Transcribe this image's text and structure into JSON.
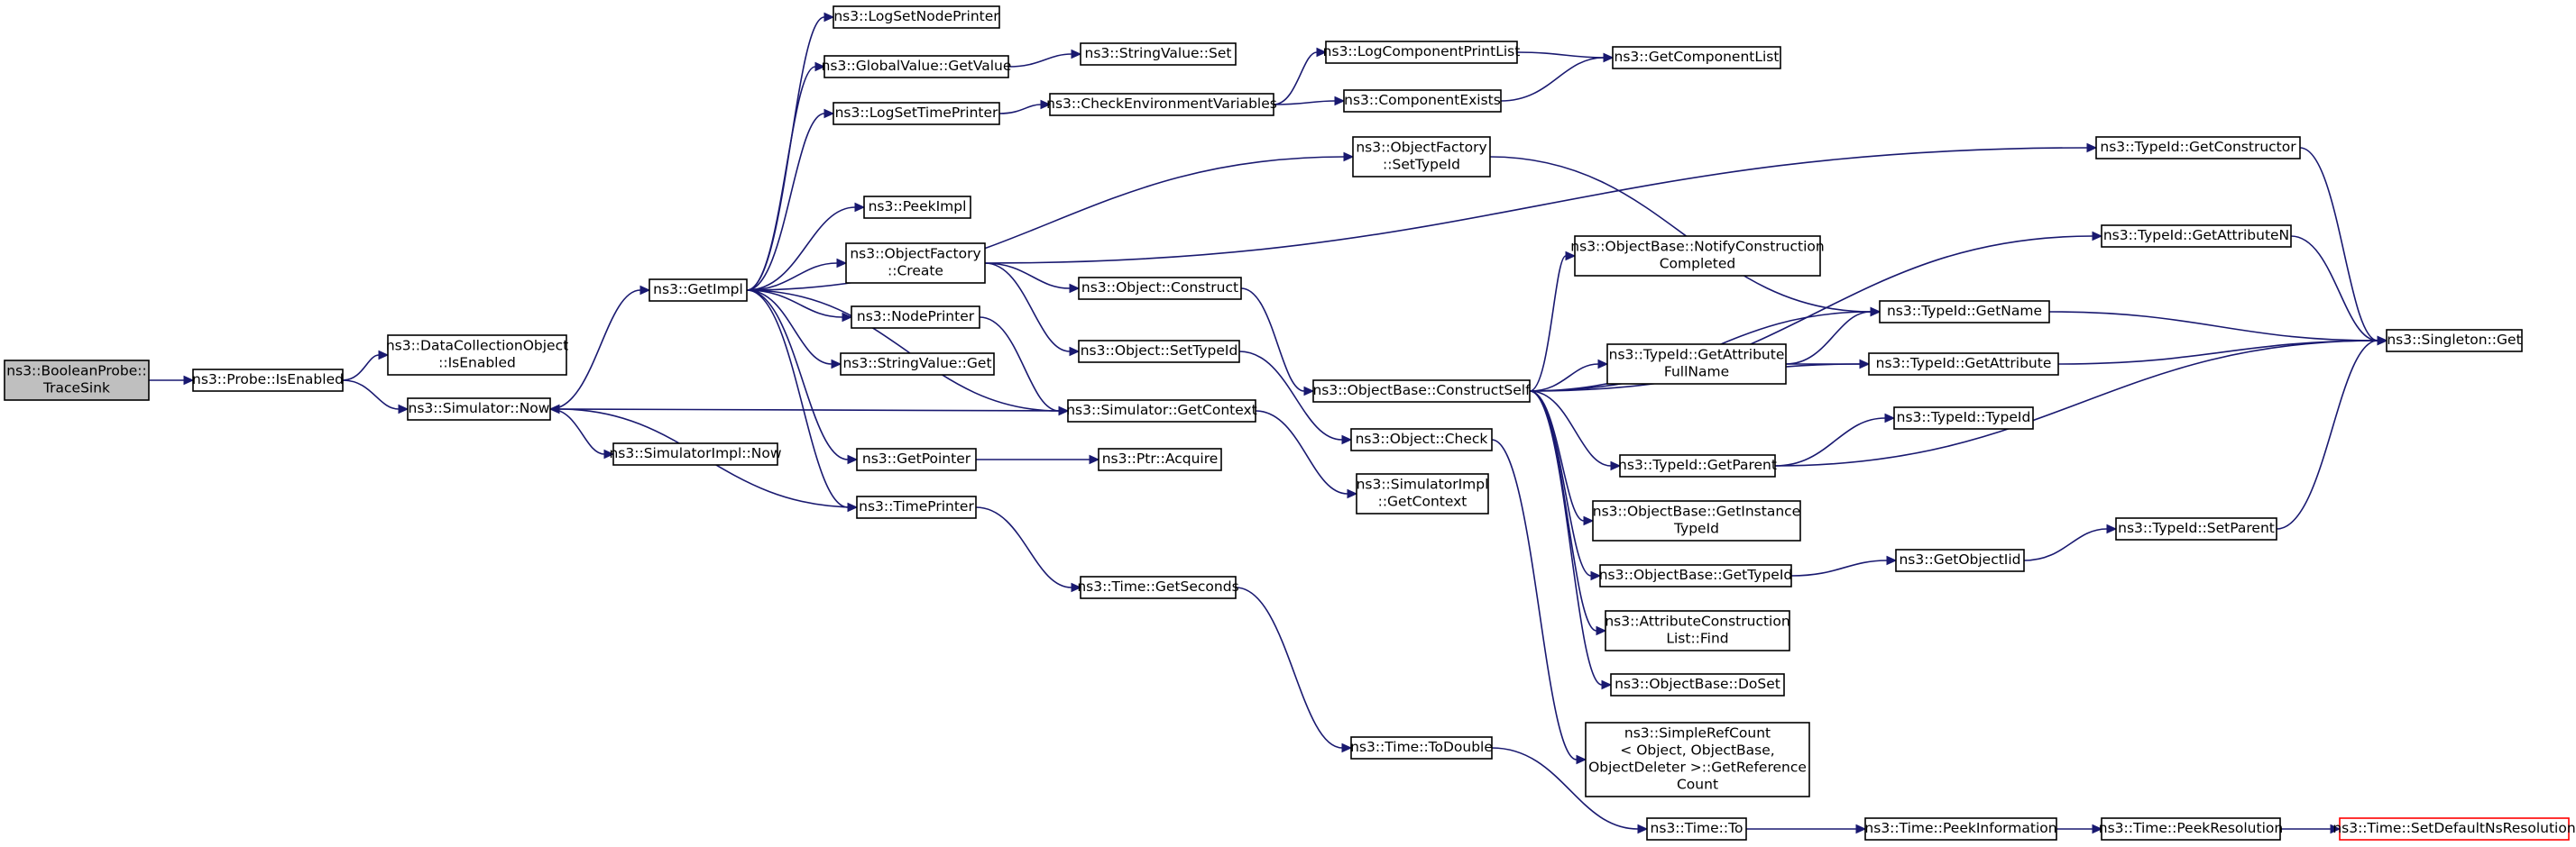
{
  "colors": {
    "edge": "#191970",
    "node_border": "#000000",
    "root_fill": "#bfbfbf",
    "truncated_border": "#ff0000"
  },
  "nodes": [
    {
      "id": "boolprobe",
      "lines": [
        "ns3::BooleanProbe::",
        "TraceSink"
      ],
      "root": true
    },
    {
      "id": "probe",
      "lines": [
        "ns3::Probe::IsEnabled"
      ]
    },
    {
      "id": "dco",
      "lines": [
        "ns3::DataCollectionObject",
        "::IsEnabled"
      ]
    },
    {
      "id": "simnow",
      "lines": [
        "ns3::Simulator::Now"
      ]
    },
    {
      "id": "simimplnow",
      "lines": [
        "ns3::SimulatorImpl::Now"
      ]
    },
    {
      "id": "getimpl",
      "lines": [
        "ns3::GetImpl"
      ]
    },
    {
      "id": "logsetnode",
      "lines": [
        "ns3::LogSetNodePrinter"
      ]
    },
    {
      "id": "gvget",
      "lines": [
        "ns3::GlobalValue::GetValue"
      ]
    },
    {
      "id": "logsettime",
      "lines": [
        "ns3::LogSetTimePrinter"
      ]
    },
    {
      "id": "peekimpl",
      "lines": [
        "ns3::PeekImpl"
      ]
    },
    {
      "id": "ofcreate",
      "lines": [
        "ns3::ObjectFactory",
        "::Create"
      ]
    },
    {
      "id": "nodeprinter",
      "lines": [
        "ns3::NodePrinter"
      ]
    },
    {
      "id": "svget",
      "lines": [
        "ns3::StringValue::Get"
      ]
    },
    {
      "id": "getpointer",
      "lines": [
        "ns3::GetPointer"
      ]
    },
    {
      "id": "timeprinter",
      "lines": [
        "ns3::TimePrinter"
      ]
    },
    {
      "id": "svset",
      "lines": [
        "ns3::StringValue::Set"
      ]
    },
    {
      "id": "checkenv",
      "lines": [
        "ns3::CheckEnvironmentVariables"
      ]
    },
    {
      "id": "objconstruct",
      "lines": [
        "ns3::Object::Construct"
      ]
    },
    {
      "id": "objsettid",
      "lines": [
        "ns3::Object::SetTypeId"
      ]
    },
    {
      "id": "simgetctx",
      "lines": [
        "ns3::Simulator::GetContext"
      ]
    },
    {
      "id": "ptracquire",
      "lines": [
        "ns3::Ptr::Acquire"
      ]
    },
    {
      "id": "timegetsec",
      "lines": [
        "ns3::Time::GetSeconds"
      ]
    },
    {
      "id": "logcompprint",
      "lines": [
        "ns3::LogComponentPrintList"
      ]
    },
    {
      "id": "compexists",
      "lines": [
        "ns3::ComponentExists"
      ]
    },
    {
      "id": "ofsettid",
      "lines": [
        "ns3::ObjectFactory",
        "::SetTypeId"
      ]
    },
    {
      "id": "getcomplist",
      "lines": [
        "ns3::GetComponentList"
      ]
    },
    {
      "id": "obconstructself",
      "lines": [
        "ns3::ObjectBase::ConstructSelf"
      ]
    },
    {
      "id": "objcheck",
      "lines": [
        "ns3::Object::Check"
      ]
    },
    {
      "id": "simimplgetctx",
      "lines": [
        "ns3::SimulatorImpl",
        "::GetContext"
      ]
    },
    {
      "id": "timetodouble",
      "lines": [
        "ns3::Time::ToDouble"
      ]
    },
    {
      "id": "timeto",
      "lines": [
        "ns3::Time::To"
      ]
    },
    {
      "id": "obnotify",
      "lines": [
        "ns3::ObjectBase::NotifyConstruction",
        "Completed"
      ]
    },
    {
      "id": "tidgetattrfull",
      "lines": [
        "ns3::TypeId::GetAttribute",
        "FullName"
      ]
    },
    {
      "id": "tidgetparent",
      "lines": [
        "ns3::TypeId::GetParent"
      ]
    },
    {
      "id": "obgetinst",
      "lines": [
        "ns3::ObjectBase::GetInstance",
        "TypeId"
      ]
    },
    {
      "id": "obgettid",
      "lines": [
        "ns3::ObjectBase::GetTypeId"
      ]
    },
    {
      "id": "attrfind",
      "lines": [
        "ns3::AttributeConstruction",
        "List::Find"
      ]
    },
    {
      "id": "obdoset",
      "lines": [
        "ns3::ObjectBase::DoSet"
      ]
    },
    {
      "id": "srcget",
      "lines": [
        "ns3::SimpleRefCount",
        "< Object, ObjectBase,",
        " ObjectDeleter >::GetReference",
        "Count"
      ]
    },
    {
      "id": "timepeekinfo",
      "lines": [
        "ns3::Time::PeekInformation"
      ]
    },
    {
      "id": "tidgetname",
      "lines": [
        "ns3::TypeId::GetName"
      ]
    },
    {
      "id": "tidgetattr",
      "lines": [
        "ns3::TypeId::GetAttribute"
      ]
    },
    {
      "id": "tidtid",
      "lines": [
        "ns3::TypeId::TypeId"
      ]
    },
    {
      "id": "getobjectiid",
      "lines": [
        "ns3::GetObjectIid"
      ]
    },
    {
      "id": "timepeekres",
      "lines": [
        "ns3::Time::PeekResolution"
      ]
    },
    {
      "id": "tidgetctor",
      "lines": [
        "ns3::TypeId::GetConstructor"
      ]
    },
    {
      "id": "tidgetattrn",
      "lines": [
        "ns3::TypeId::GetAttributeN"
      ]
    },
    {
      "id": "tidsetparent",
      "lines": [
        "ns3::TypeId::SetParent"
      ]
    },
    {
      "id": "singletonget",
      "lines": [
        "ns3::Singleton::Get"
      ]
    },
    {
      "id": "timesetdefault",
      "lines": [
        "ns3::Time::SetDefaultNsResolution"
      ],
      "truncated": true
    }
  ],
  "edges": [
    [
      "boolprobe",
      "probe"
    ],
    [
      "probe",
      "dco"
    ],
    [
      "probe",
      "simnow"
    ],
    [
      "simnow",
      "getimpl"
    ],
    [
      "simnow",
      "simimplnow"
    ],
    [
      "getimpl",
      "logsetnode"
    ],
    [
      "getimpl",
      "gvget"
    ],
    [
      "getimpl",
      "logsettime"
    ],
    [
      "getimpl",
      "ofsettid"
    ],
    [
      "getimpl",
      "peekimpl"
    ],
    [
      "getimpl",
      "ofcreate"
    ],
    [
      "getimpl",
      "nodeprinter"
    ],
    [
      "getimpl",
      "svget"
    ],
    [
      "getimpl",
      "simgetctx"
    ],
    [
      "getimpl",
      "getpointer"
    ],
    [
      "getimpl",
      "timeprinter"
    ],
    [
      "gvget",
      "svset"
    ],
    [
      "logsettime",
      "checkenv"
    ],
    [
      "checkenv",
      "logcompprint"
    ],
    [
      "checkenv",
      "compexists"
    ],
    [
      "logcompprint",
      "getcomplist"
    ],
    [
      "compexists",
      "getcomplist"
    ],
    [
      "ofsettid",
      "tidgetname"
    ],
    [
      "ofcreate",
      "tidgetctor"
    ],
    [
      "ofcreate",
      "objconstruct"
    ],
    [
      "ofcreate",
      "objsettid"
    ],
    [
      "nodeprinter",
      "simgetctx"
    ],
    [
      "simgetctx",
      "simnow"
    ],
    [
      "simgetctx",
      "simimplgetctx"
    ],
    [
      "getpointer",
      "ptracquire"
    ],
    [
      "timeprinter",
      "timegetsec"
    ],
    [
      "timeprinter",
      "simnow"
    ],
    [
      "timegetsec",
      "timetodouble"
    ],
    [
      "timetodouble",
      "timeto"
    ],
    [
      "timeto",
      "timepeekinfo"
    ],
    [
      "timepeekinfo",
      "timepeekres"
    ],
    [
      "timepeekres",
      "timesetdefault"
    ],
    [
      "objconstruct",
      "obconstructself"
    ],
    [
      "objsettid",
      "objcheck"
    ],
    [
      "obconstructself",
      "obnotify"
    ],
    [
      "obconstructself",
      "tidgetname"
    ],
    [
      "obconstructself",
      "tidgetattrfull"
    ],
    [
      "obconstructself",
      "tidgetattr"
    ],
    [
      "obconstructself",
      "tidgetparent"
    ],
    [
      "obconstructself",
      "obgetinst"
    ],
    [
      "obconstructself",
      "obgettid"
    ],
    [
      "obconstructself",
      "attrfind"
    ],
    [
      "obconstructself",
      "obdoset"
    ],
    [
      "obconstructself",
      "tidgetattrn"
    ],
    [
      "objcheck",
      "srcget"
    ],
    [
      "tidgetattrfull",
      "tidgetname"
    ],
    [
      "tidgetattrfull",
      "tidgetattr"
    ],
    [
      "tidgetparent",
      "tidtid"
    ],
    [
      "tidgetparent",
      "singletonget"
    ],
    [
      "obgettid",
      "getobjectiid"
    ],
    [
      "getobjectiid",
      "tidsetparent"
    ],
    [
      "tidsetparent",
      "singletonget"
    ],
    [
      "tidgetname",
      "singletonget"
    ],
    [
      "tidgetattr",
      "singletonget"
    ],
    [
      "tidgetctor",
      "singletonget"
    ],
    [
      "tidgetattrn",
      "singletonget"
    ]
  ]
}
